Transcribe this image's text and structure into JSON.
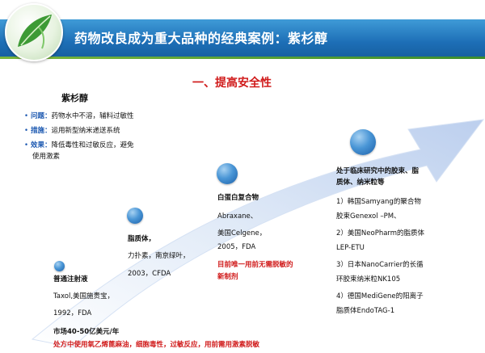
{
  "header": {
    "title": "药物改良成为重大品种的经典案例：紫杉醇"
  },
  "section_title": "一、提高安全性",
  "drug": {
    "name": "紫杉醇",
    "points": [
      {
        "key": "问题：",
        "text": "药物水中不溶，辅料过敏性"
      },
      {
        "key": "措施：",
        "text": "运用新型纳米递送系统"
      },
      {
        "key": "效果：",
        "text": "降低毒性和过敏反应，避免",
        "cont": "使用激素"
      }
    ]
  },
  "stages": [
    {
      "title": "普通注射液",
      "lines": [
        "Taxol,美国施贵宝，",
        "1992，FDA"
      ],
      "highlight": "市场40-50亿美元/年",
      "note": "处方中使用氧乙烯蓖麻油，细胞毒性，过敏反应，用前需用激素脱敏"
    },
    {
      "title": "脂质体，",
      "lines": [
        "力扑素，南京绿叶，",
        "2003，CFDA"
      ]
    },
    {
      "title": "白蛋白复合物",
      "lines": [
        "Abraxane、",
        "美国Celgene，",
        "2005，FDA"
      ],
      "note_lines": [
        "目前唯一用前无需脱敏的",
        "新制剂"
      ]
    },
    {
      "title_lines": [
        "处于临床研究中的胶束、脂",
        "质体、纳米粒等"
      ],
      "items": [
        [
          "1）韩国Samyang的聚合物",
          "胶束Genexol –PM、"
        ],
        [
          "2）美国NeoPharm的脂质体",
          "LEP-ETU"
        ],
        [
          "3）日本NanoCarrier的长循",
          "环胶束纳米粒NK105"
        ],
        [
          "4）德国MediGene的阳离子",
          "脂质体EndoTAG-1"
        ]
      ]
    }
  ],
  "colors": {
    "header_blue": "#1d6eb6",
    "accent_red": "#d01a1a",
    "key_blue": "#1a57b0",
    "arrow_light": "#eef3fb",
    "arrow_mid": "#c9d9f1"
  }
}
